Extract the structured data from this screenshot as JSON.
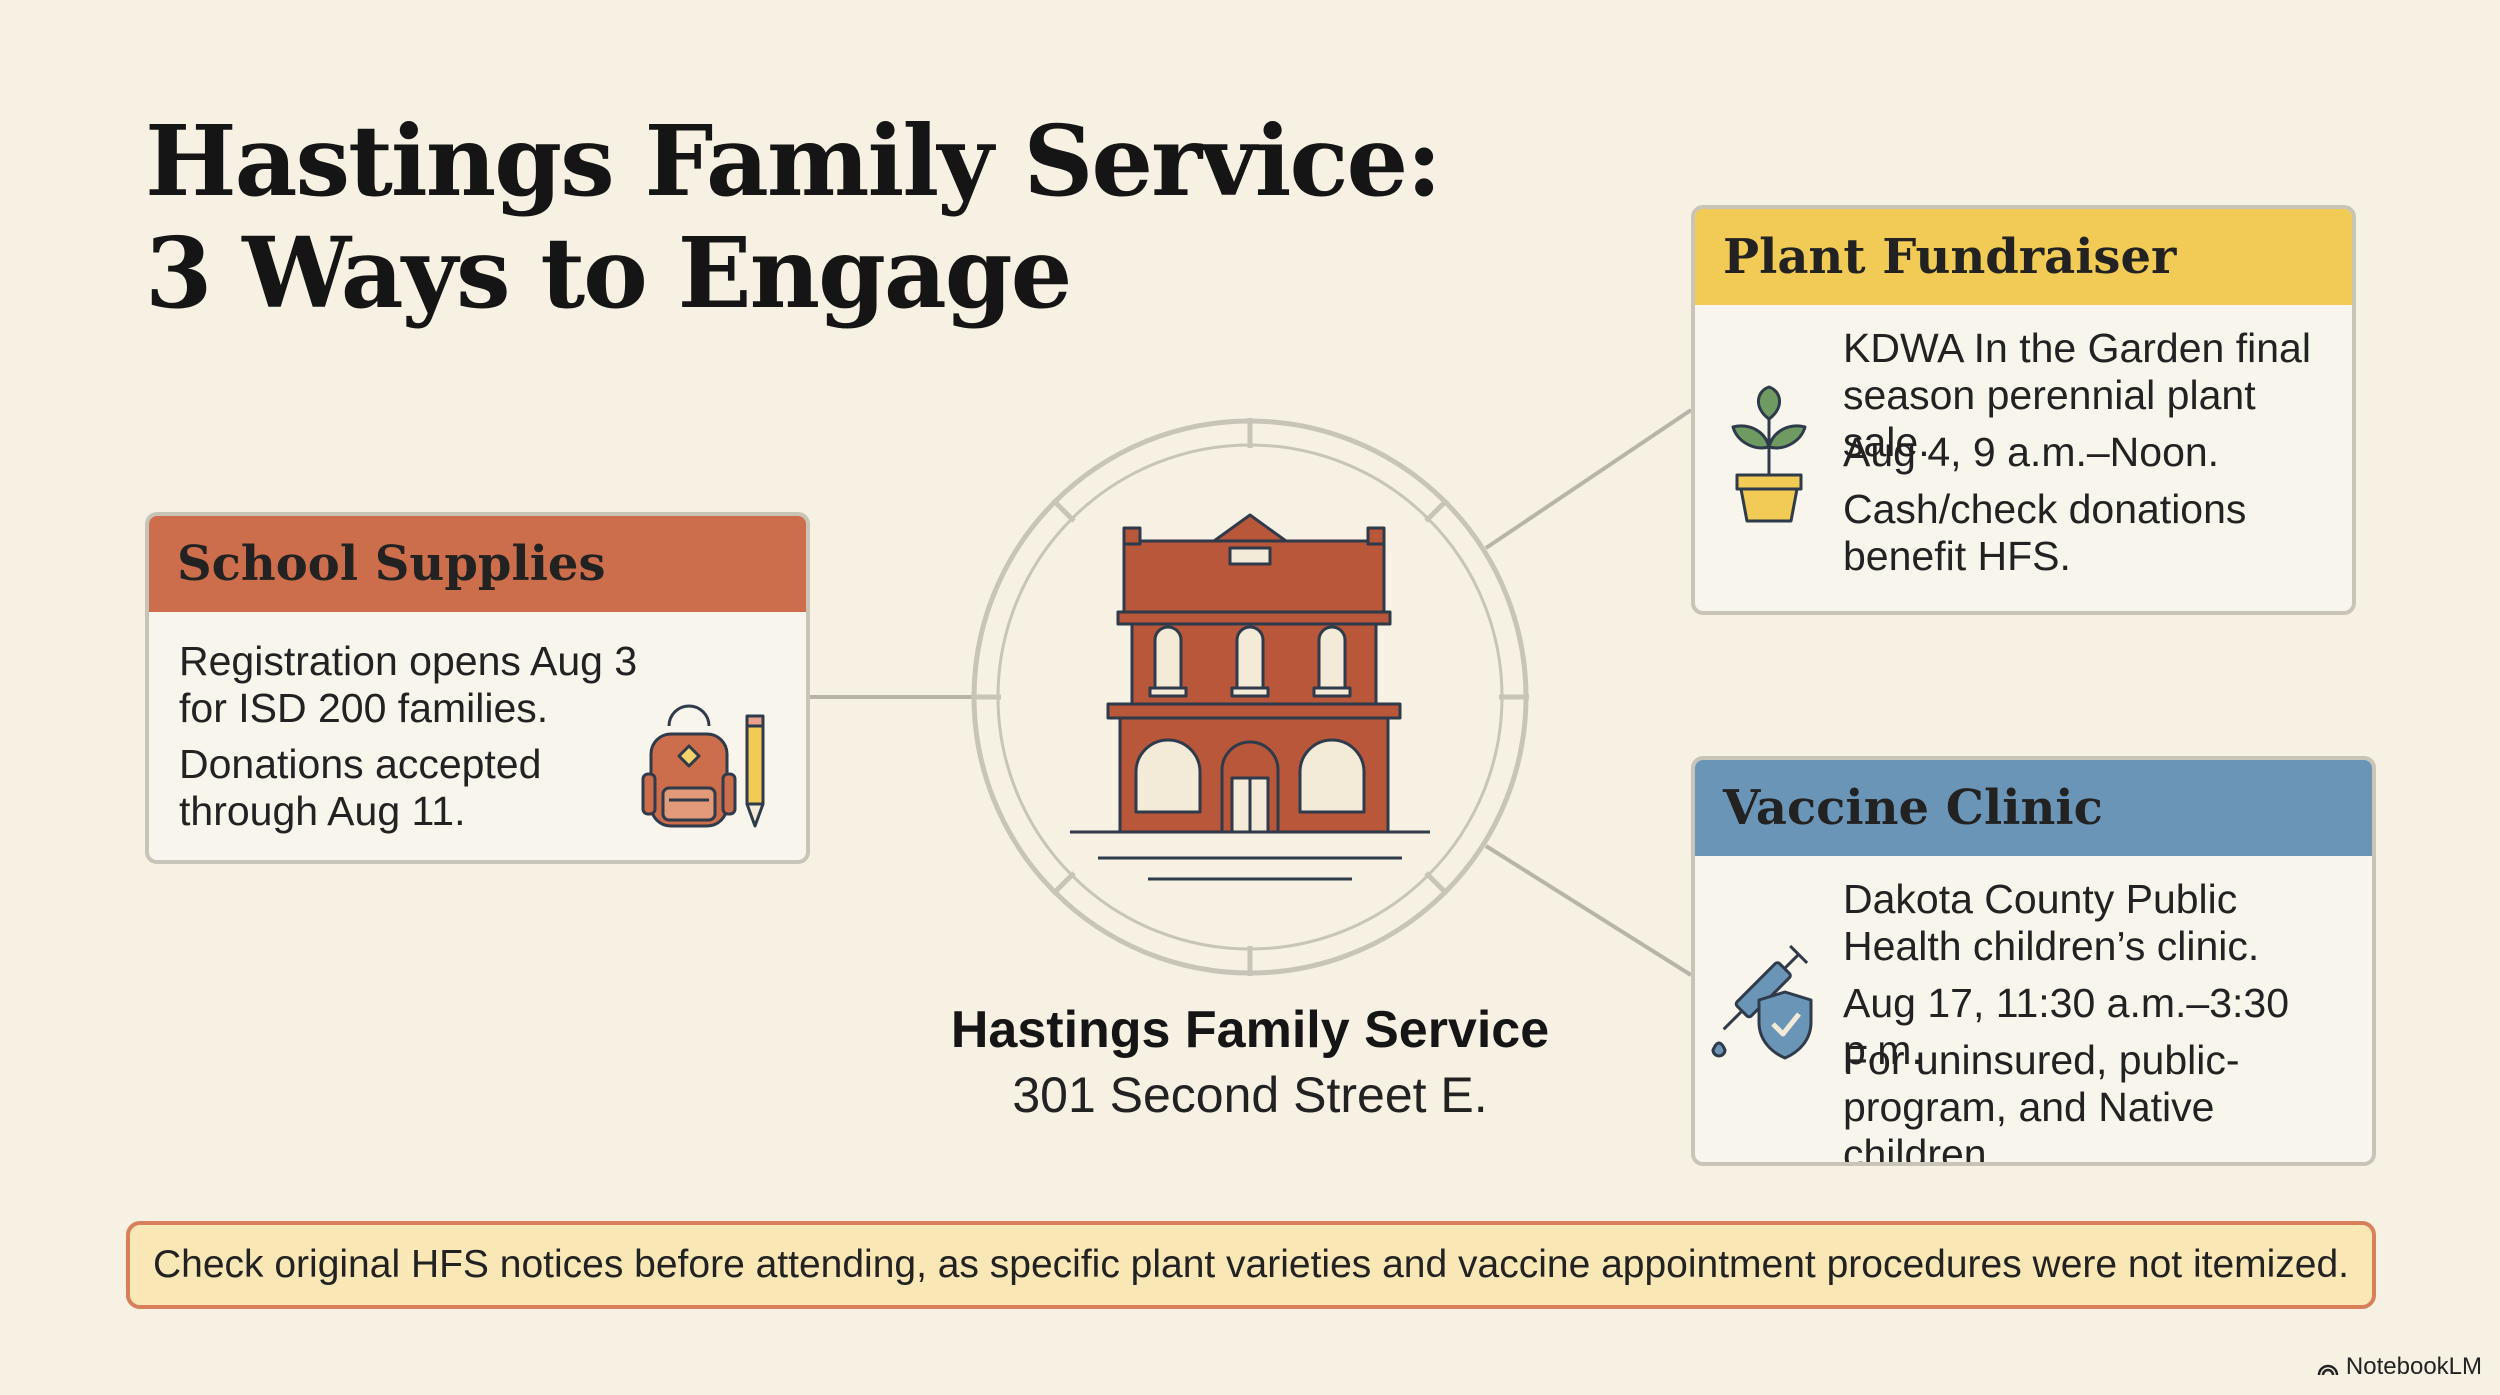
{
  "title": {
    "line1": "Hastings Family Service:",
    "line2": "3 Ways to Engage"
  },
  "hub": {
    "name": "Hastings Family Service",
    "address": "301 Second Street E."
  },
  "cards": {
    "school": {
      "heading": "School Supplies",
      "p1": "Registration opens Aug 3 for ISD 200 families.",
      "p2": "Donations accepted through Aug 11.",
      "icon": "backpack-pencil-icon"
    },
    "plant": {
      "heading": "Plant Fundraiser",
      "p1": "KDWA In the Garden final season perennial plant sale.",
      "p2": "Aug 4, 9 a.m.–Noon.",
      "p3": "Cash/check donations benefit HFS.",
      "icon": "potted-plant-icon"
    },
    "vaccine": {
      "heading": "Vaccine Clinic",
      "p1": "Dakota County Public Health children’s clinic.",
      "p2": "Aug 17, 11:30 a.m.–3:30 p.m.",
      "p3": "For uninsured, public-program, and Native children.",
      "icon": "syringe-shield-icon"
    }
  },
  "notice": "Check original HFS notices before attending, as specific plant varieties and vaccine appointment procedures were not itemized.",
  "brand": "NotebookLM",
  "colors": {
    "school": "#cc6d4b",
    "plant": "#f1cb55",
    "vaccine": "#6b95b6",
    "building": "#b9573a",
    "background": "#f6f1e3"
  }
}
